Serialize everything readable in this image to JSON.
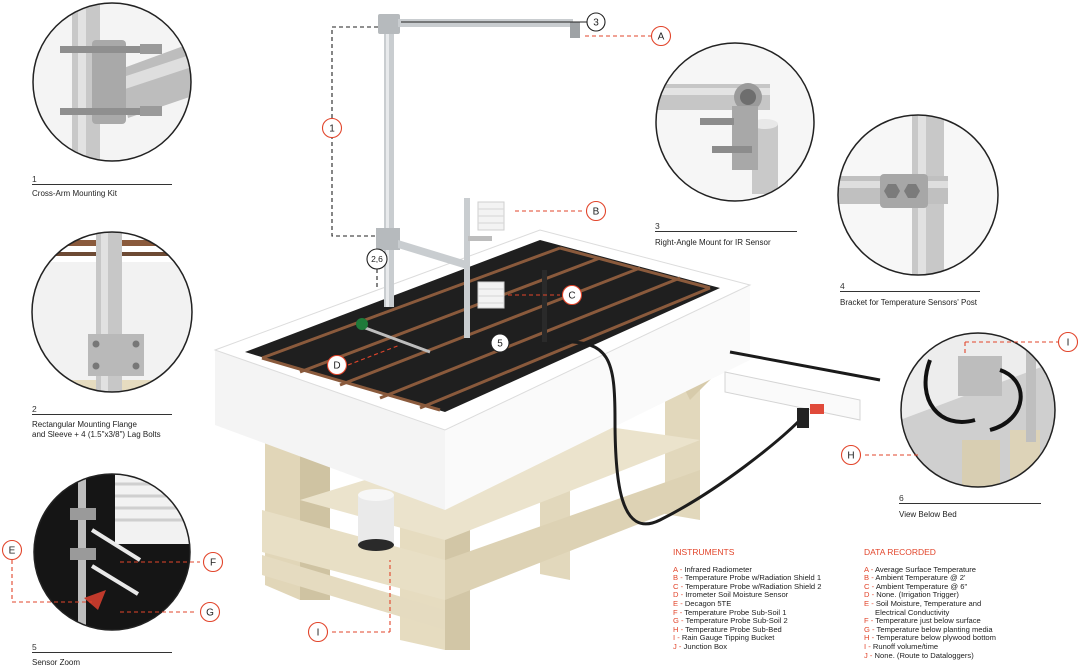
{
  "callouts": {
    "A": "A",
    "B": "B",
    "C": "C",
    "D": "D",
    "E": "E",
    "F": "F",
    "G": "G",
    "H": "H",
    "I_right": "I",
    "I_bottom": "I",
    "n1": "1",
    "n3": "3",
    "n5": "5",
    "n26": "2,6"
  },
  "captions": [
    {
      "num": "1",
      "text": "Cross-Arm Mounting Kit"
    },
    {
      "num": "2",
      "text": "Rectangular Mounting Flange\nand Sleeve + 4 (1.5\"x3/8\") Lag Bolts"
    },
    {
      "num": "5",
      "text": "Sensor Zoom"
    },
    {
      "num": "3",
      "text": "Right-Angle Mount for IR Sensor"
    },
    {
      "num": "4",
      "text": "Bracket for Temperature Sensors' Post"
    },
    {
      "num": "6",
      "text": "View Below Bed"
    }
  ],
  "instruments": {
    "title": "INSTRUMENTS",
    "items": [
      {
        "key": "A",
        "text": "Infrared Radiometer"
      },
      {
        "key": "B",
        "text": "Temperature Probe w/Radiation Shield 1"
      },
      {
        "key": "C",
        "text": "Temperature Probe w/Radiation Shield 2"
      },
      {
        "key": "D",
        "text": "Irrometer Soil Moisture Sensor"
      },
      {
        "key": "E",
        "text": "Decagon 5TE"
      },
      {
        "key": "F",
        "text": "Temperature Probe Sub-Soil 1"
      },
      {
        "key": "G",
        "text": "Temperature Probe Sub-Soil 2"
      },
      {
        "key": "H",
        "text": "Temperature Probe Sub-Bed"
      },
      {
        "key": "I",
        "text": "Rain Gauge Tipping Bucket"
      },
      {
        "key": "J",
        "text": "Junction Box"
      }
    ]
  },
  "data_recorded": {
    "title": "DATA RECORDED",
    "items": [
      {
        "key": "A",
        "text": "Average Surface Temperature"
      },
      {
        "key": "B",
        "text": "Ambient Temperature @ 2'"
      },
      {
        "key": "C",
        "text": "Ambient Temperature @ 6\""
      },
      {
        "key": "D",
        "text": "None. (Irrigation Trigger)"
      },
      {
        "key": "E",
        "text": "Soil Moisture, Temperature and",
        "cont": "Electrical Conductivity"
      },
      {
        "key": "F",
        "text": "Temperature just below surface"
      },
      {
        "key": "G",
        "text": "Temperature below planting media"
      },
      {
        "key": "H",
        "text": "Temperature below plywood bottom"
      },
      {
        "key": "I",
        "text": "Runoff volume/time"
      },
      {
        "key": "J",
        "text": "None. (Route to Dataloggers)"
      }
    ]
  },
  "colors": {
    "accent": "#e2452b",
    "wood": "#e6dcc0",
    "soil": "#1f1f1f",
    "pipe": "#c9cdd0",
    "copper": "#8a5a3c"
  }
}
